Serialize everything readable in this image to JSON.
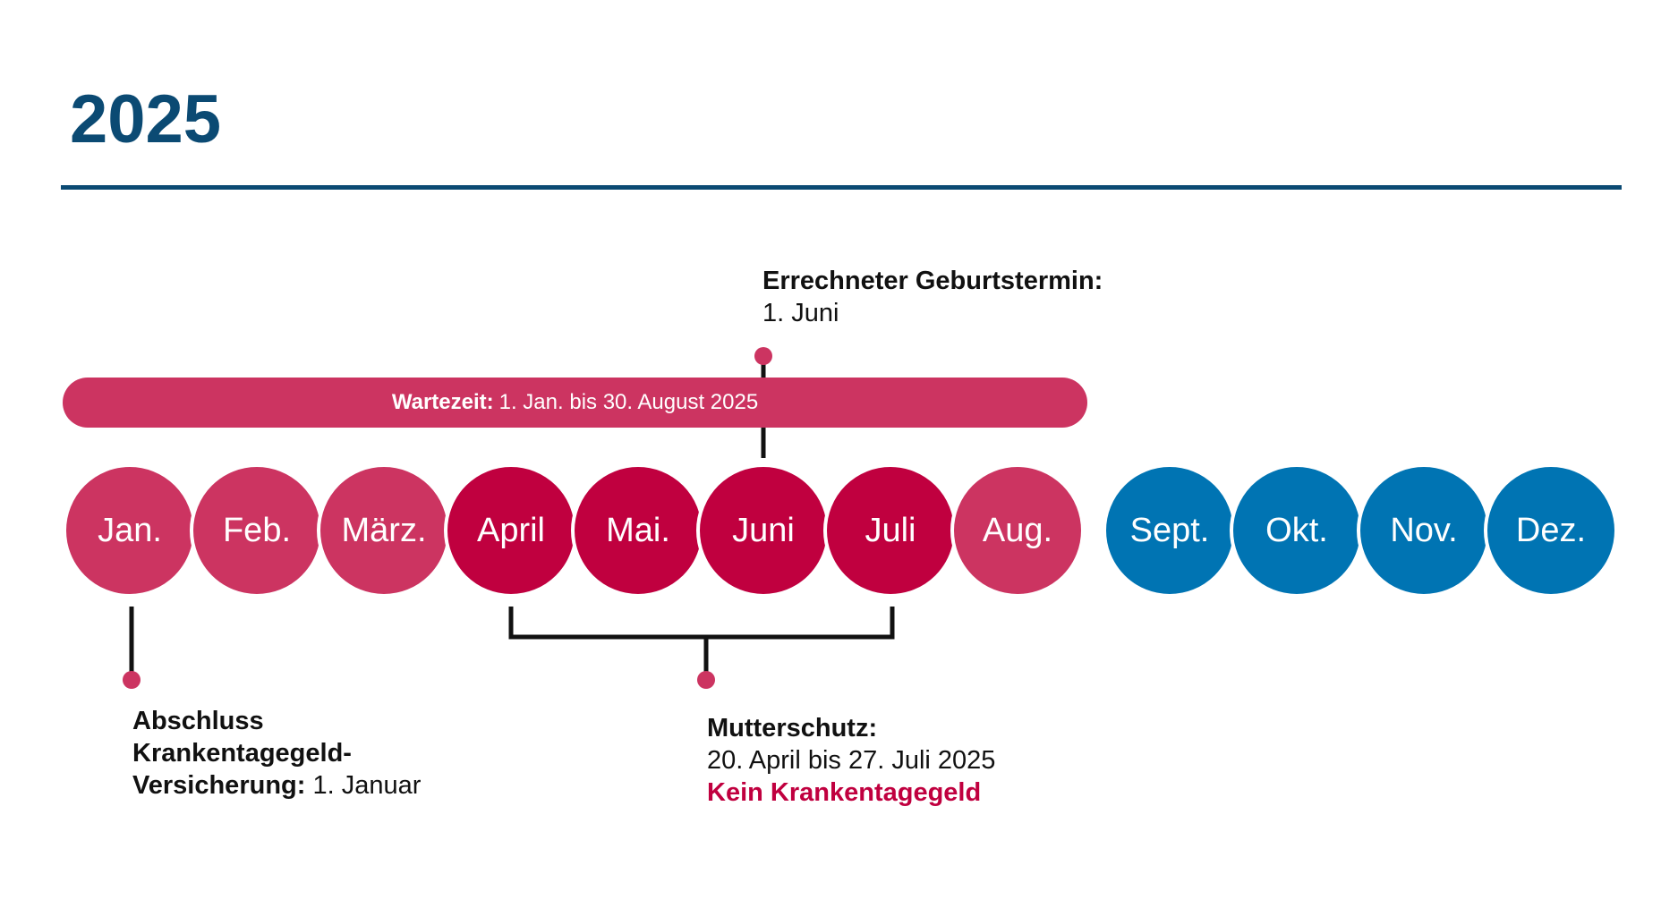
{
  "year": "2025",
  "waiting": {
    "label": "Wartezeit:",
    "text": "1. Jan. bis 30. August 2025"
  },
  "due_date": {
    "label": "Errechneter Geburtstermin:",
    "text": "1. Juni"
  },
  "insurance": {
    "line1": "Abschluss",
    "line2": "Krankentagegeld-",
    "line3_bold": "Versicherung:",
    "line3_text": "1. Januar"
  },
  "maternity": {
    "label": "Mutterschutz:",
    "text": "20. April bis 27. Juli 2025",
    "note": "Kein Krankentagegeld"
  },
  "months": [
    {
      "label": "Jan.",
      "status": "wait"
    },
    {
      "label": "Feb.",
      "status": "wait"
    },
    {
      "label": "März.",
      "status": "wait"
    },
    {
      "label": "April",
      "status": "mutter"
    },
    {
      "label": "Mai.",
      "status": "mutter"
    },
    {
      "label": "Juni",
      "status": "mutter"
    },
    {
      "label": "Juli",
      "status": "mutter"
    },
    {
      "label": "Aug.",
      "status": "wait"
    },
    {
      "label": "Sept.",
      "status": "free"
    },
    {
      "label": "Okt.",
      "status": "free"
    },
    {
      "label": "Nov.",
      "status": "free"
    },
    {
      "label": "Dez.",
      "status": "free"
    }
  ],
  "colors": {
    "title": "#0b4a73",
    "wait": "#cc3461",
    "mutter": "#c0003f",
    "free": "#0074b3",
    "connector": "#111111"
  }
}
